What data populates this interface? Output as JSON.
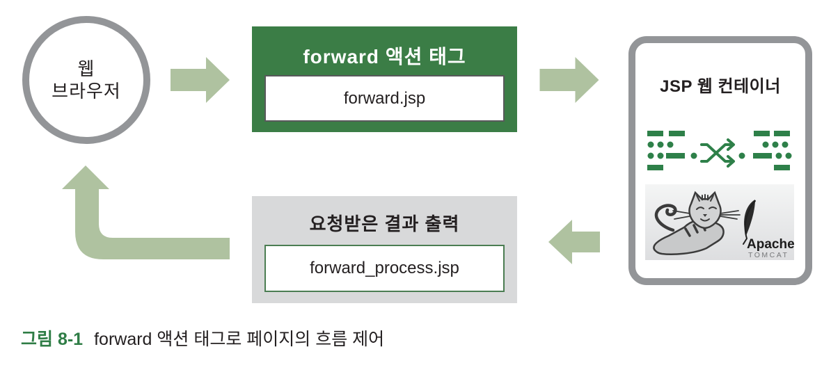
{
  "diagram": {
    "browser": {
      "line1": "웹",
      "line2": "브라우저"
    },
    "forward_tag": {
      "title": "forward 액션 태그",
      "file": "forward.jsp"
    },
    "jsp_container": {
      "title": "JSP 웹 컨테이너"
    },
    "result_box": {
      "title": "요청받은 결과 출력",
      "file": "forward_process.jsp"
    },
    "tomcat": {
      "brand": "Apache",
      "sub": "TOMCAT"
    }
  },
  "caption": {
    "label": "그림 8-1",
    "text": "forward 액션 태그로 페이지의 흐름 제어"
  },
  "colors": {
    "box_green": "#3b7d46",
    "arrow_sage": "#afc2a0",
    "border_gray": "#939598",
    "box_gray": "#d8d9da",
    "inner_border_dark": "#58595b",
    "inner_border_green": "#4b7d52",
    "icon_green": "#2e8049",
    "caption_green": "#2f7d46",
    "text_dark": "#231f20"
  },
  "icons": {
    "flow": [
      "right-arrow",
      "right-arrow",
      "left-arrow",
      "bend-up-arrow"
    ],
    "container_icon": "data-shuffle-icon",
    "logo": "apache-tomcat-logo"
  }
}
